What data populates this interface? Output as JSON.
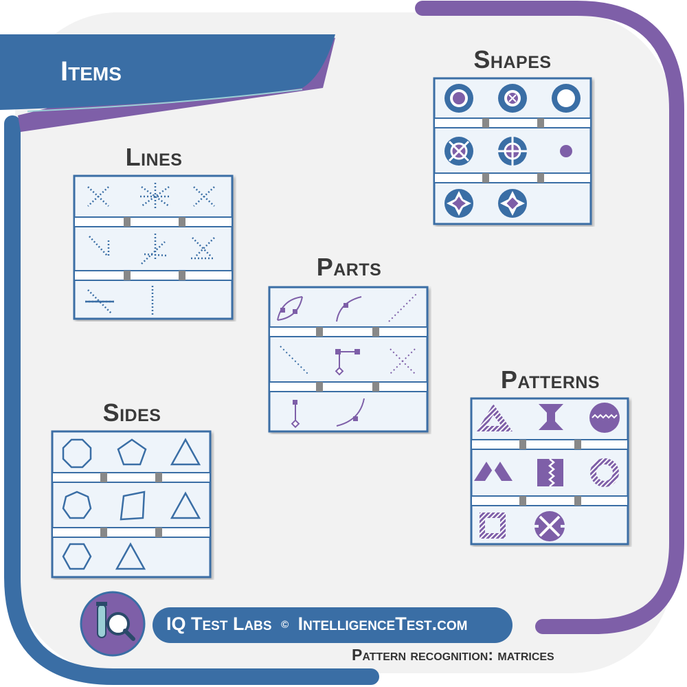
{
  "header": {
    "title": "Items"
  },
  "panels": {
    "lines": {
      "title": "Lines"
    },
    "shapes": {
      "title": "Shapes"
    },
    "parts": {
      "title": "Parts"
    },
    "patterns": {
      "title": "Patterns"
    },
    "sides": {
      "title": "Sides"
    }
  },
  "footer": {
    "brand": "IQ Test Labs",
    "copyright": "©",
    "site": "IntelligenceTest.com",
    "subtitle": "Pattern recognition: matrices"
  },
  "colors": {
    "blue": "#3a6ea5",
    "purple": "#7e5fa8",
    "panel_fill": "#eef4fa",
    "card_background": "#f2f2f2",
    "title_text": "#3a3a3a"
  },
  "icons": {
    "logo": "magnifier-flask-icon"
  }
}
